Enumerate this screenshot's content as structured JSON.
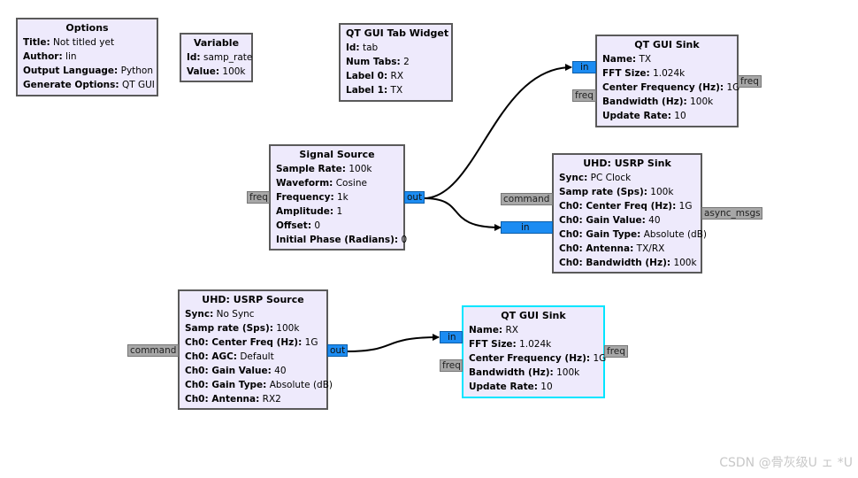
{
  "options_block": {
    "title": "Options",
    "rows": [
      {
        "k": "Title:",
        "v": "Not titled yet"
      },
      {
        "k": "Author:",
        "v": "lin"
      },
      {
        "k": "Output Language:",
        "v": "Python"
      },
      {
        "k": "Generate Options:",
        "v": "QT GUI"
      }
    ]
  },
  "variable_block": {
    "title": "Variable",
    "rows": [
      {
        "k": "Id:",
        "v": "samp_rate"
      },
      {
        "k": "Value:",
        "v": "100k"
      }
    ]
  },
  "tab_widget_block": {
    "title": "QT GUI Tab Widget",
    "rows": [
      {
        "k": "Id:",
        "v": "tab"
      },
      {
        "k": "Num Tabs:",
        "v": "2"
      },
      {
        "k": "Label 0:",
        "v": "RX"
      },
      {
        "k": "Label 1:",
        "v": "TX"
      }
    ]
  },
  "qt_sink_tx_block": {
    "title": "QT GUI Sink",
    "rows": [
      {
        "k": "Name:",
        "v": "TX"
      },
      {
        "k": "FFT Size:",
        "v": "1.024k"
      },
      {
        "k": "Center Frequency (Hz):",
        "v": "1G"
      },
      {
        "k": "Bandwidth (Hz):",
        "v": "100k"
      },
      {
        "k": "Update Rate:",
        "v": "10"
      }
    ],
    "ports": {
      "in": "in",
      "freq_in": "freq",
      "freq_out": "freq"
    }
  },
  "signal_source_block": {
    "title": "Signal Source",
    "rows": [
      {
        "k": "Sample Rate:",
        "v": "100k"
      },
      {
        "k": "Waveform:",
        "v": "Cosine"
      },
      {
        "k": "Frequency:",
        "v": "1k"
      },
      {
        "k": "Amplitude:",
        "v": "1"
      },
      {
        "k": "Offset:",
        "v": "0"
      },
      {
        "k": "Initial Phase (Radians):",
        "v": "0"
      }
    ],
    "ports": {
      "freq": "freq",
      "out": "out"
    }
  },
  "usrp_sink_block": {
    "title": "UHD: USRP Sink",
    "rows": [
      {
        "k": "Sync:",
        "v": "PC Clock"
      },
      {
        "k": "Samp rate (Sps):",
        "v": "100k"
      },
      {
        "k": "Ch0: Center Freq (Hz):",
        "v": "1G"
      },
      {
        "k": "Ch0: Gain Value:",
        "v": "40"
      },
      {
        "k": "Ch0: Gain Type:",
        "v": "Absolute (dB)"
      },
      {
        "k": "Ch0: Antenna:",
        "v": "TX/RX"
      },
      {
        "k": "Ch0: Bandwidth (Hz):",
        "v": "100k"
      }
    ],
    "ports": {
      "command": "command",
      "in": "in",
      "async_msgs": "async_msgs"
    }
  },
  "usrp_source_block": {
    "title": "UHD: USRP Source",
    "rows": [
      {
        "k": "Sync:",
        "v": "No Sync"
      },
      {
        "k": "Samp rate (Sps):",
        "v": "100k"
      },
      {
        "k": "Ch0: Center Freq (Hz):",
        "v": "1G"
      },
      {
        "k": "Ch0: AGC:",
        "v": "Default"
      },
      {
        "k": "Ch0: Gain Value:",
        "v": "40"
      },
      {
        "k": "Ch0: Gain Type:",
        "v": "Absolute (dB)"
      },
      {
        "k": "Ch0: Antenna:",
        "v": "RX2"
      }
    ],
    "ports": {
      "command": "command",
      "out": "out"
    }
  },
  "qt_sink_rx_block": {
    "title": "QT GUI Sink",
    "rows": [
      {
        "k": "Name:",
        "v": "RX"
      },
      {
        "k": "FFT Size:",
        "v": "1.024k"
      },
      {
        "k": "Center Frequency (Hz):",
        "v": "1G"
      },
      {
        "k": "Bandwidth (Hz):",
        "v": "100k"
      },
      {
        "k": "Update Rate:",
        "v": "10"
      }
    ],
    "ports": {
      "in": "in",
      "freq_in": "freq",
      "freq_out": "freq"
    }
  },
  "watermark": "CSDN @骨灰级U ェ *U",
  "colors": {
    "block_fill": "#eeeafc",
    "block_border": "#5a5a5a",
    "selected_border": "#00e5ff",
    "stream_port": "#1c8cf2",
    "message_port": "#a7a7a7",
    "wire": "#000000"
  }
}
